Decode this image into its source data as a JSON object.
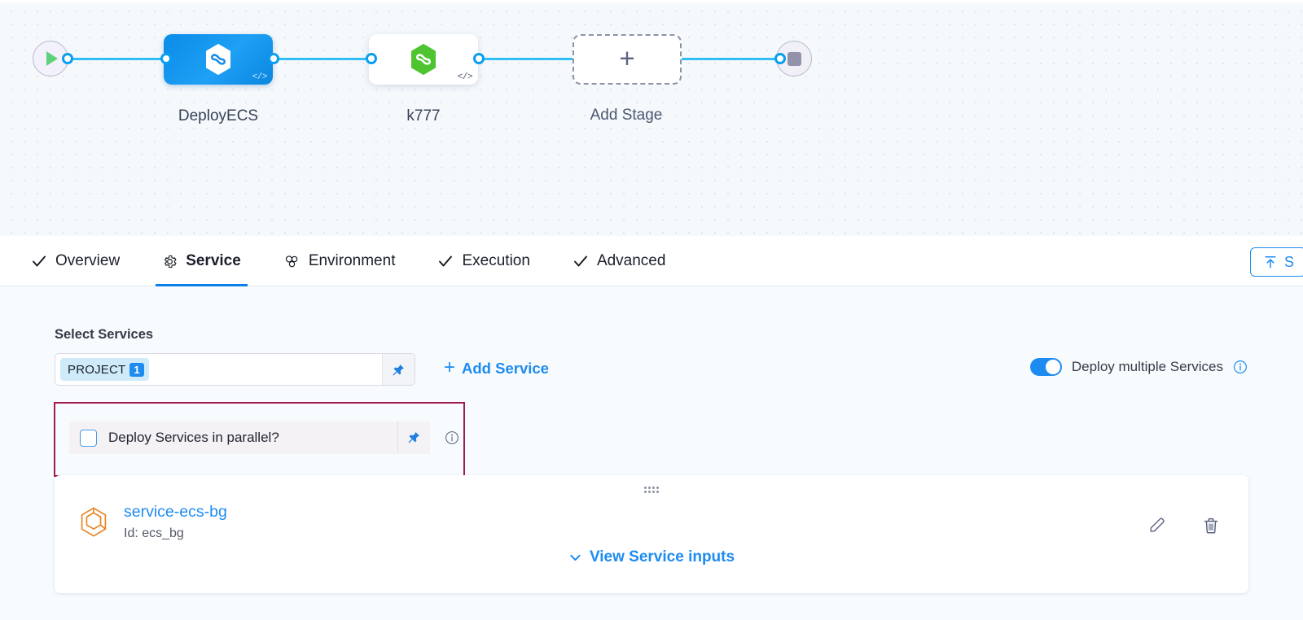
{
  "pipeline": {
    "start_node": "start-play",
    "end_node": "stop",
    "stages": [
      {
        "label": "DeployECS",
        "icon": "harness-hexagon-icon",
        "code_badge": "</>",
        "state": "selected"
      },
      {
        "label": "k777",
        "icon": "harness-hexagon-green-icon",
        "code_badge": "</>",
        "state": "default"
      }
    ],
    "add_stage_label": "Add Stage",
    "add_stage_glyph": "+"
  },
  "tabs": [
    {
      "label": "Overview",
      "icon": "check-icon",
      "active": false
    },
    {
      "label": "Service",
      "icon": "gear-icon",
      "active": true
    },
    {
      "label": "Environment",
      "icon": "cluster-icon",
      "active": false
    },
    {
      "label": "Execution",
      "icon": "check-icon",
      "active": false
    },
    {
      "label": "Advanced",
      "icon": "check-icon",
      "active": false
    }
  ],
  "save_button": {
    "label": "S",
    "icon": "save-to-top-icon"
  },
  "service_section": {
    "title": "Select Services",
    "selected_chip": {
      "label": "PROJECT",
      "count": "1"
    },
    "pin_icon": "pin-icon",
    "add_service_label": "Add Service",
    "add_service_plus": "+",
    "deploy_multiple": {
      "label": "Deploy multiple Services",
      "enabled": true,
      "info_icon": "info-icon"
    },
    "parallel": {
      "label": "Deploy Services in parallel?",
      "checked": false,
      "pin_icon": "pin-icon",
      "info_icon": "info-icon",
      "highlight_color": "#a01a52"
    }
  },
  "service_card": {
    "drag_handle": "drag-handle-icon",
    "icon": "ecs-hexagon-icon",
    "name": "service-ecs-bg",
    "id_text": "Id: ecs_bg",
    "view_inputs_label": "View Service inputs",
    "chevron": "chevron-down-icon",
    "edit_icon": "pencil-icon",
    "delete_icon": "trash-icon"
  },
  "colors": {
    "accent_blue": "#1d8bf0",
    "connector_blue": "#32bdf5",
    "stage_blue": "#0a8ce8",
    "stage_green": "#4fc431",
    "highlight_maroon": "#a01a52",
    "ecs_orange": "#e8821e"
  }
}
